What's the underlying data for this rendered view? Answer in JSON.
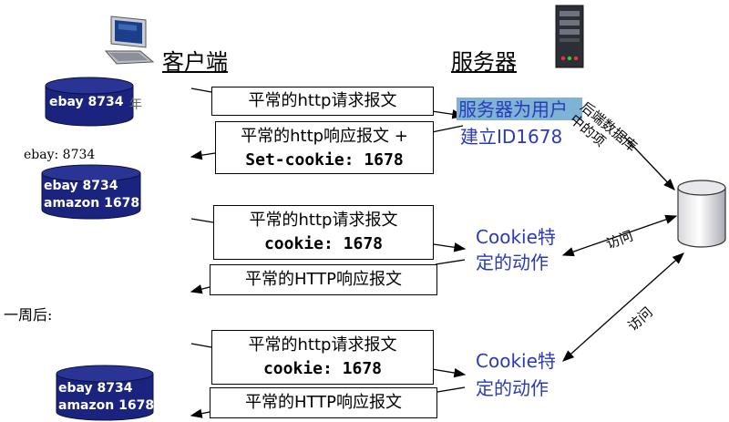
{
  "client_label": "客户端",
  "server_label": "服务器",
  "cookie_file1": {
    "line1": "ebay 8734",
    "overflow_char": "年"
  },
  "ebay_text": "ebay:  8734",
  "cookie_file2": {
    "line1": "ebay 8734",
    "line2": "amazon 1678"
  },
  "cookie_file3": {
    "line1": "ebay 8734",
    "line2": "amazon 1678"
  },
  "msg1": "平常的http请求报文",
  "msg2": {
    "line1": "平常的http响应报文 +",
    "line2": "Set-cookie: 1678"
  },
  "msg3": {
    "line1": "平常的http请求报文",
    "line2": "cookie: 1678"
  },
  "msg4": "平常的HTTP响应报文",
  "msg5": {
    "line1": "平常的http请求报文",
    "line2": "cookie: 1678"
  },
  "msg6": "平常的HTTP响应报文",
  "server_action": {
    "line1": "服务器为用户",
    "line2": "建立ID1678"
  },
  "cookie_action1": {
    "line1": "Cookie特",
    "line2": "定的动作"
  },
  "cookie_action2": {
    "line1": "Cookie特",
    "line2": "定的动作"
  },
  "backend_db": {
    "line1": "后端数据库",
    "line2": "中的项"
  },
  "access1": "访问",
  "access2": "访问",
  "week_later": "一周后:",
  "colors": {
    "cylinder": "#1a237e",
    "action_text": "#2b3ab8",
    "highlight": "#7fb3d5"
  }
}
